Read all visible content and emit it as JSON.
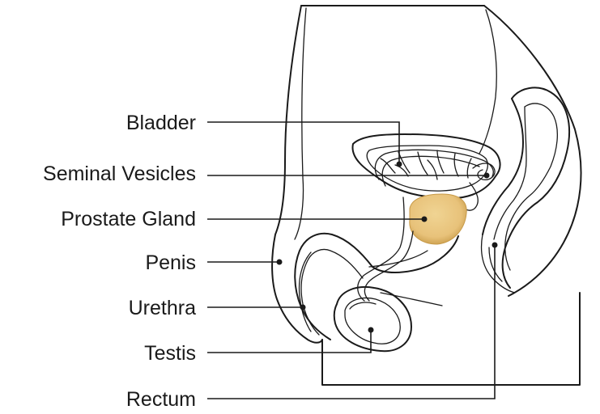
{
  "labels": {
    "bladder": "Bladder",
    "seminal_vesicles": "Seminal Vesicles",
    "prostate_gland": "Prostate Gland",
    "penis": "Penis",
    "urethra": "Urethra",
    "testis": "Testis",
    "rectum": "Rectum"
  },
  "colors": {
    "prostate_fill": "#e8c27a",
    "prostate_shade": "#c79a48",
    "line": "#1a1a1a",
    "background": "#ffffff"
  }
}
